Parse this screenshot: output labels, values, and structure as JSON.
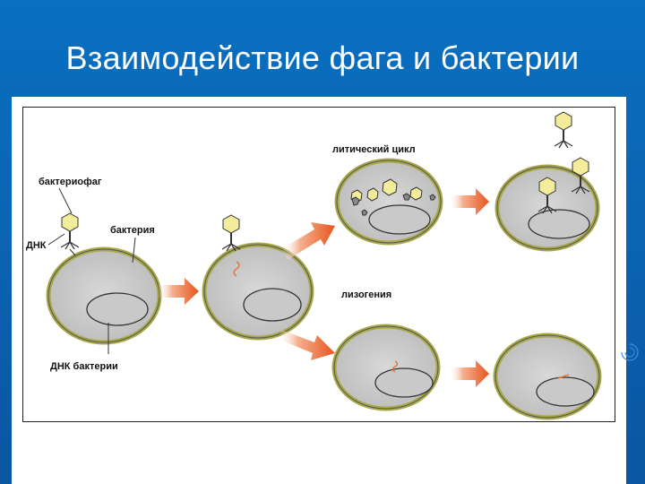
{
  "slide": {
    "title": "Взаимодействие фага и бактерии"
  },
  "diagram": {
    "labels": {
      "bacteriophage": "бактериофаг",
      "dna": "ДНК",
      "bacterium": "бактерия",
      "bacterial_dna": "ДНК бактерии",
      "lytic_cycle": "литический цикл",
      "lysogeny": "лизогения"
    }
  },
  "colors": {
    "background": "#0b62b0",
    "cell_fill": "#d0d0d0",
    "cell_wall": "#a8a84a",
    "arrow": "#e8541e",
    "phage_head": "#f3ec9a",
    "phage_dna": "#e07a3a"
  }
}
